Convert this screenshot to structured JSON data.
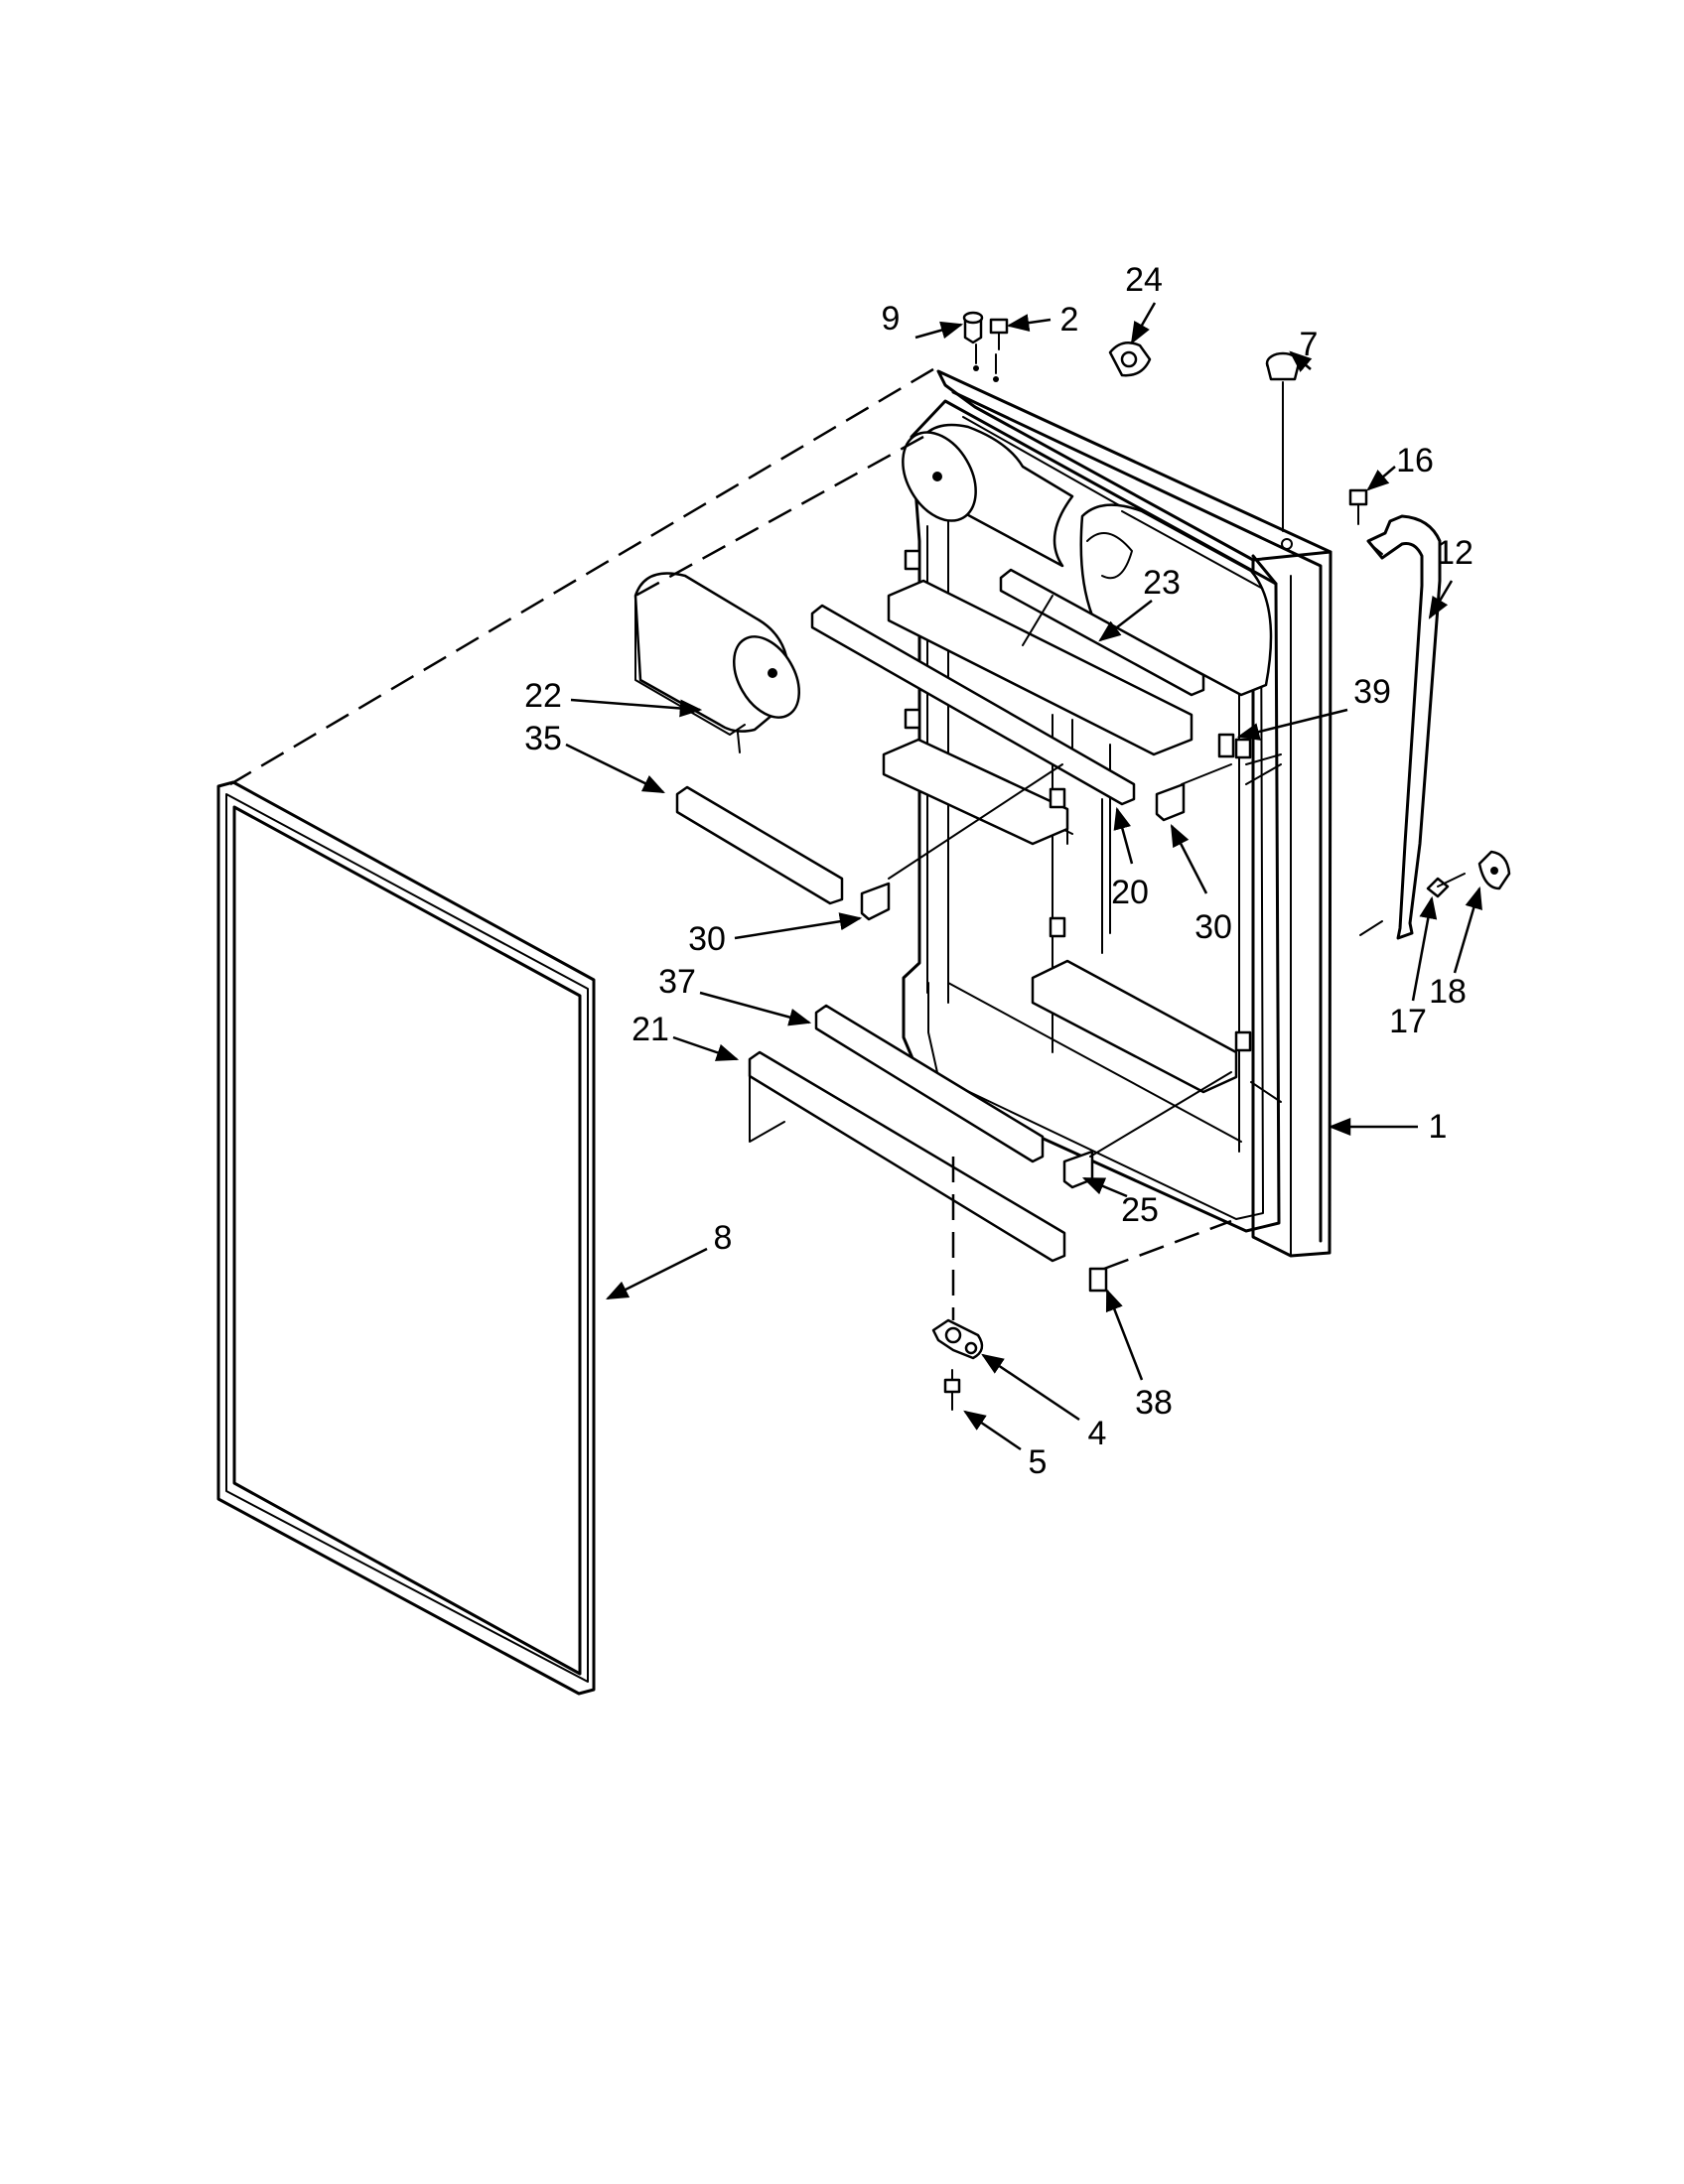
{
  "callouts": [
    {
      "id": "c24",
      "text": "24"
    },
    {
      "id": "c2",
      "text": "2"
    },
    {
      "id": "c9",
      "text": "9"
    },
    {
      "id": "c7",
      "text": "7"
    },
    {
      "id": "c16",
      "text": "16"
    },
    {
      "id": "c12",
      "text": "12"
    },
    {
      "id": "c23",
      "text": "23"
    },
    {
      "id": "c39",
      "text": "39"
    },
    {
      "id": "c22",
      "text": "22"
    },
    {
      "id": "c35",
      "text": "35"
    },
    {
      "id": "c20",
      "text": "20"
    },
    {
      "id": "c30a",
      "text": "30"
    },
    {
      "id": "c30b",
      "text": "30"
    },
    {
      "id": "c17",
      "text": "17"
    },
    {
      "id": "c18",
      "text": "18"
    },
    {
      "id": "c37",
      "text": "37"
    },
    {
      "id": "c21",
      "text": "21"
    },
    {
      "id": "c1",
      "text": "1"
    },
    {
      "id": "c25",
      "text": "25"
    },
    {
      "id": "c8",
      "text": "8"
    },
    {
      "id": "c38",
      "text": "38"
    },
    {
      "id": "c4",
      "text": "4"
    },
    {
      "id": "c5",
      "text": "5"
    }
  ]
}
